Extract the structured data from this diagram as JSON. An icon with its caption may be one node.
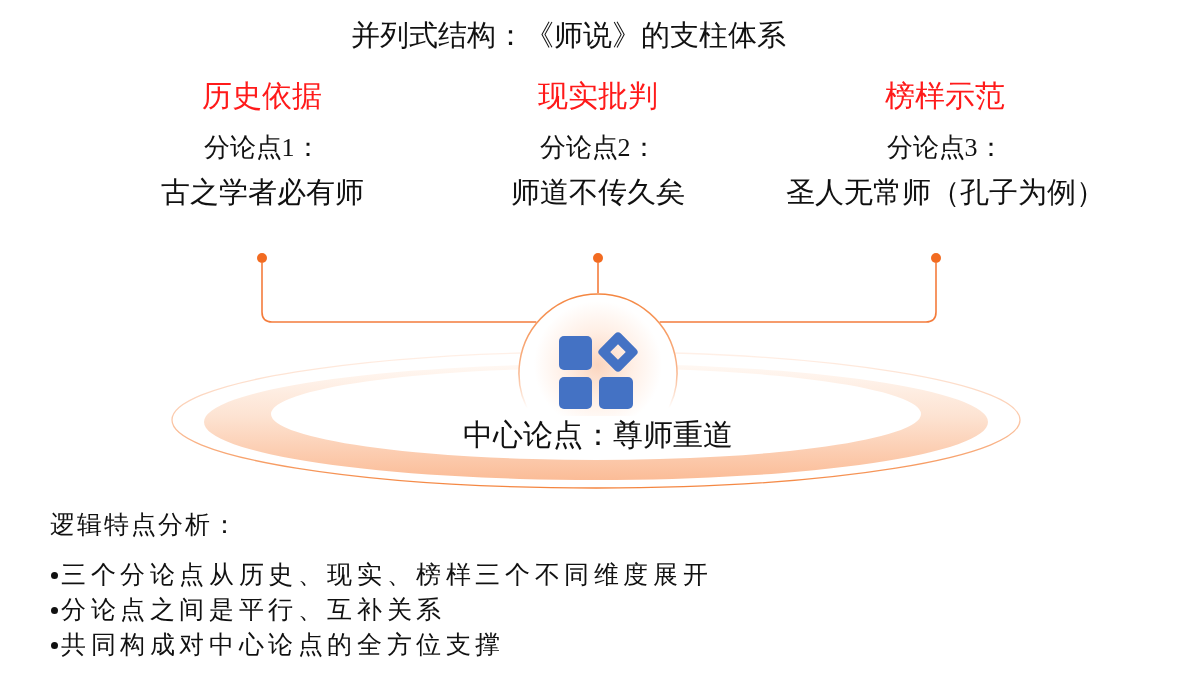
{
  "diagram": {
    "title": "并列式结构：《师说》的支柱体系",
    "nodes": [
      {
        "text": [
          "历史依据",
          "分论点1：",
          "古之学者必有师"
        ]
      },
      {
        "text": [
          "现实批判",
          "分论点2：",
          "师道不传久矣"
        ]
      },
      {
        "text": [
          "榜样示范",
          "分论点3：",
          "圣人无常师（孔子为例）"
        ]
      },
      {
        "text": [],
        "shape": "circle",
        "beside": [
          "中心论点：尊师重道"
        ]
      }
    ],
    "edges": [
      {
        "from": 0,
        "to": 3,
        "arrow": "none"
      },
      {
        "from": 1,
        "to": 3,
        "arrow": "none"
      },
      {
        "from": 2,
        "to": 3,
        "arrow": "none"
      }
    ],
    "labels": [
      "逻辑特点分析：",
      "三个分论点从历史、现实、榜样三个不同维度展开",
      "分论点之间是平行、互补关系",
      "共同构成对中心论点的全方位支撑"
    ]
  }
}
